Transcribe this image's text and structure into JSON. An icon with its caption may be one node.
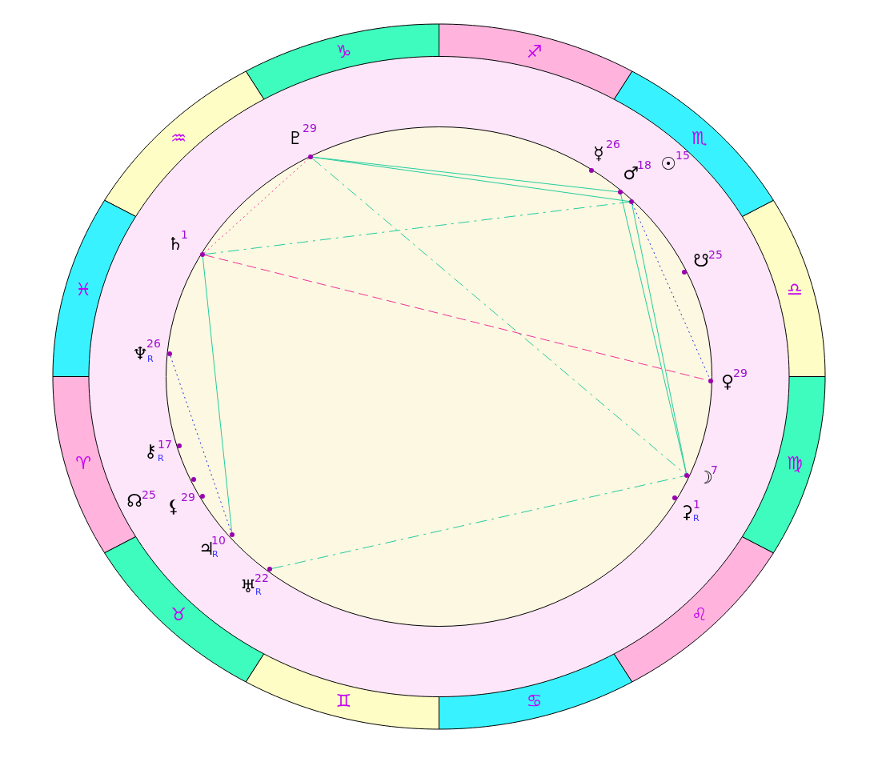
{
  "diagram": {
    "nodes": [
      {
        "text": [
          "♈"
        ]
      },
      {
        "text": [
          "♉"
        ]
      },
      {
        "text": [
          "♊"
        ]
      },
      {
        "text": [
          "♋"
        ]
      },
      {
        "text": [
          "♌"
        ]
      },
      {
        "text": [
          "♍"
        ]
      },
      {
        "text": [
          "♎"
        ]
      },
      {
        "text": [
          "♏"
        ]
      },
      {
        "text": [
          "♐"
        ]
      },
      {
        "text": [
          "♑"
        ]
      },
      {
        "text": [
          "♒"
        ]
      },
      {
        "text": [
          "♓"
        ]
      },
      {
        "text": [],
        "shape": "circle",
        "beside": [
          "☉",
          "15"
        ]
      },
      {
        "text": [],
        "shape": "circle",
        "beside": [
          "☽",
          "7"
        ]
      },
      {
        "text": [],
        "shape": "circle",
        "beside": [
          "☿",
          "26"
        ]
      },
      {
        "text": [],
        "shape": "circle",
        "beside": [
          "♀",
          "29"
        ]
      },
      {
        "text": [],
        "shape": "circle",
        "beside": [
          "♂",
          "18"
        ]
      },
      {
        "text": [],
        "shape": "circle",
        "beside": [
          "♃",
          "10",
          "R"
        ]
      },
      {
        "text": [],
        "shape": "circle",
        "beside": [
          "♄",
          "1"
        ]
      },
      {
        "text": [],
        "shape": "circle",
        "beside": [
          "♅",
          "22",
          "R"
        ]
      },
      {
        "text": [],
        "shape": "circle",
        "beside": [
          "♆",
          "26",
          "R"
        ]
      },
      {
        "text": [],
        "shape": "circle",
        "beside": [
          "♇",
          "29"
        ]
      },
      {
        "text": [],
        "shape": "circle",
        "beside": [
          "☊",
          "25"
        ]
      },
      {
        "text": [],
        "shape": "circle",
        "beside": [
          "☋",
          "25"
        ]
      },
      {
        "text": [],
        "shape": "circle",
        "beside": [
          "⚸",
          "29"
        ]
      },
      {
        "text": [],
        "shape": "circle",
        "beside": [
          "⚷",
          "17",
          "R"
        ]
      },
      {
        "text": [],
        "shape": "circle",
        "beside": [
          "⚳",
          "1",
          "R"
        ]
      }
    ],
    "edges": [
      {
        "from": 21,
        "to": 18,
        "arrow": "none",
        "style": "dashed",
        "color": "#f0309a"
      },
      {
        "from": 21,
        "to": 16,
        "arrow": "none"
      },
      {
        "from": 21,
        "to": 12,
        "arrow": "none"
      },
      {
        "from": 21,
        "to": 13,
        "arrow": "none",
        "style": "dashed"
      },
      {
        "from": 18,
        "to": 12,
        "arrow": "none",
        "style": "dashed"
      },
      {
        "from": 18,
        "to": 15,
        "arrow": "none",
        "style": "dashed",
        "color": "#f0309a"
      },
      {
        "from": 18,
        "to": 17,
        "arrow": "none"
      },
      {
        "from": 20,
        "to": 17,
        "arrow": "none",
        "style": "dashed",
        "color": "#2030e0"
      },
      {
        "from": 16,
        "to": 13,
        "arrow": "none"
      },
      {
        "from": 12,
        "to": 13,
        "arrow": "none"
      },
      {
        "from": 12,
        "to": 15,
        "arrow": "none",
        "style": "dashed",
        "color": "#2030e0"
      },
      {
        "from": 19,
        "to": 13,
        "arrow": "none",
        "style": "dashed"
      }
    ]
  }
}
